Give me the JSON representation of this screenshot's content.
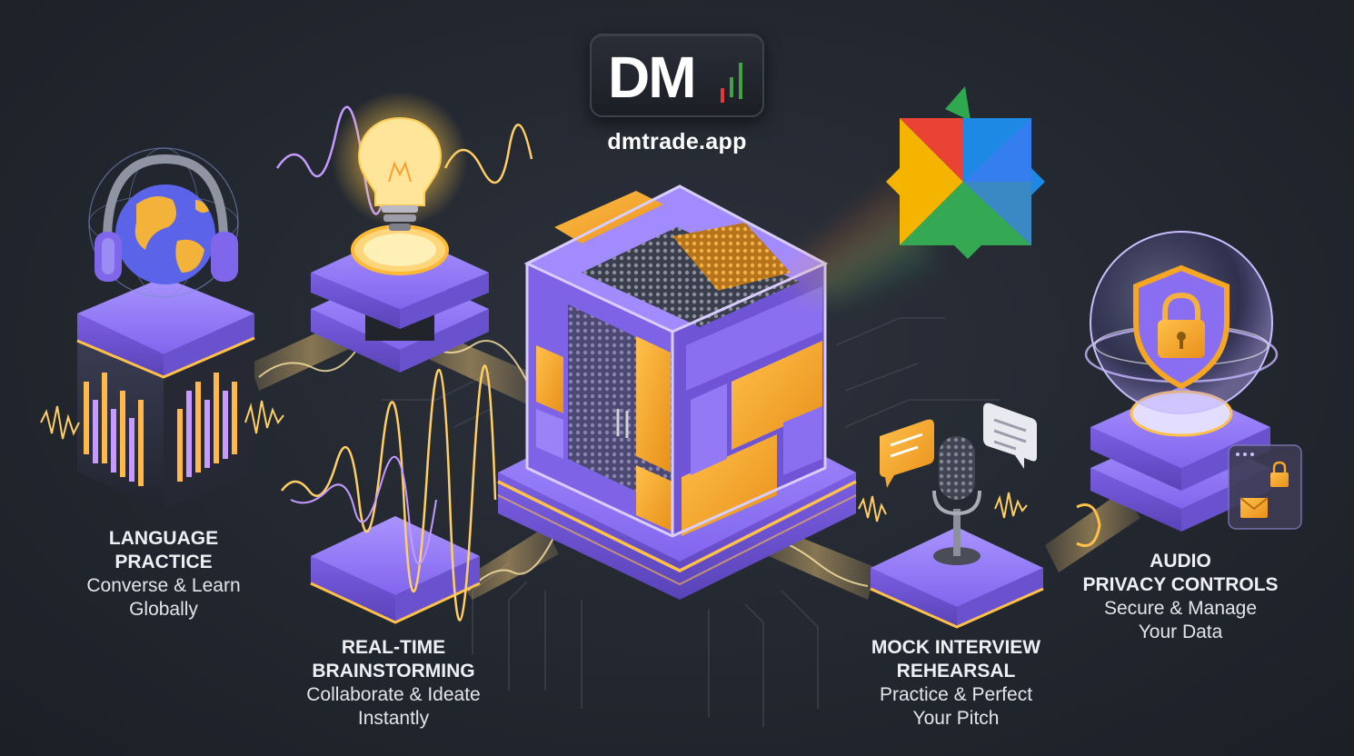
{
  "logo": {
    "text": "DM",
    "icon": "candlestick-chart-icon",
    "url": "dmtrade.app"
  },
  "hub": {
    "icon": "modular-cube-icon"
  },
  "features": [
    {
      "title_lines": [
        "LANGUAGE",
        "PRACTICE"
      ],
      "desc_lines": [
        "Converse & Learn",
        "Globally"
      ],
      "icon": "globe-headphones-icon"
    },
    {
      "title_lines": [
        "REAL-TIME",
        "BRAINSTORMING"
      ],
      "desc_lines": [
        "Collaborate & Ideate",
        "Instantly"
      ],
      "icon": "lightbulb-icon"
    },
    {
      "title_lines": [
        "MOCK INTERVIEW",
        "REHEARSAL"
      ],
      "desc_lines": [
        "Practice & Perfect",
        "Your Pitch"
      ],
      "icon": "microphone-icon"
    },
    {
      "title_lines": [
        "AUDIO",
        "PRIVACY CONTROLS"
      ],
      "desc_lines": [
        "Secure & Manage",
        "Your Data"
      ],
      "icon": "shield-lock-icon"
    }
  ],
  "colors": {
    "background": "#23272f",
    "purple": "#8b6cf0",
    "orange": "#f5a623",
    "glow": "#ffcf66"
  }
}
